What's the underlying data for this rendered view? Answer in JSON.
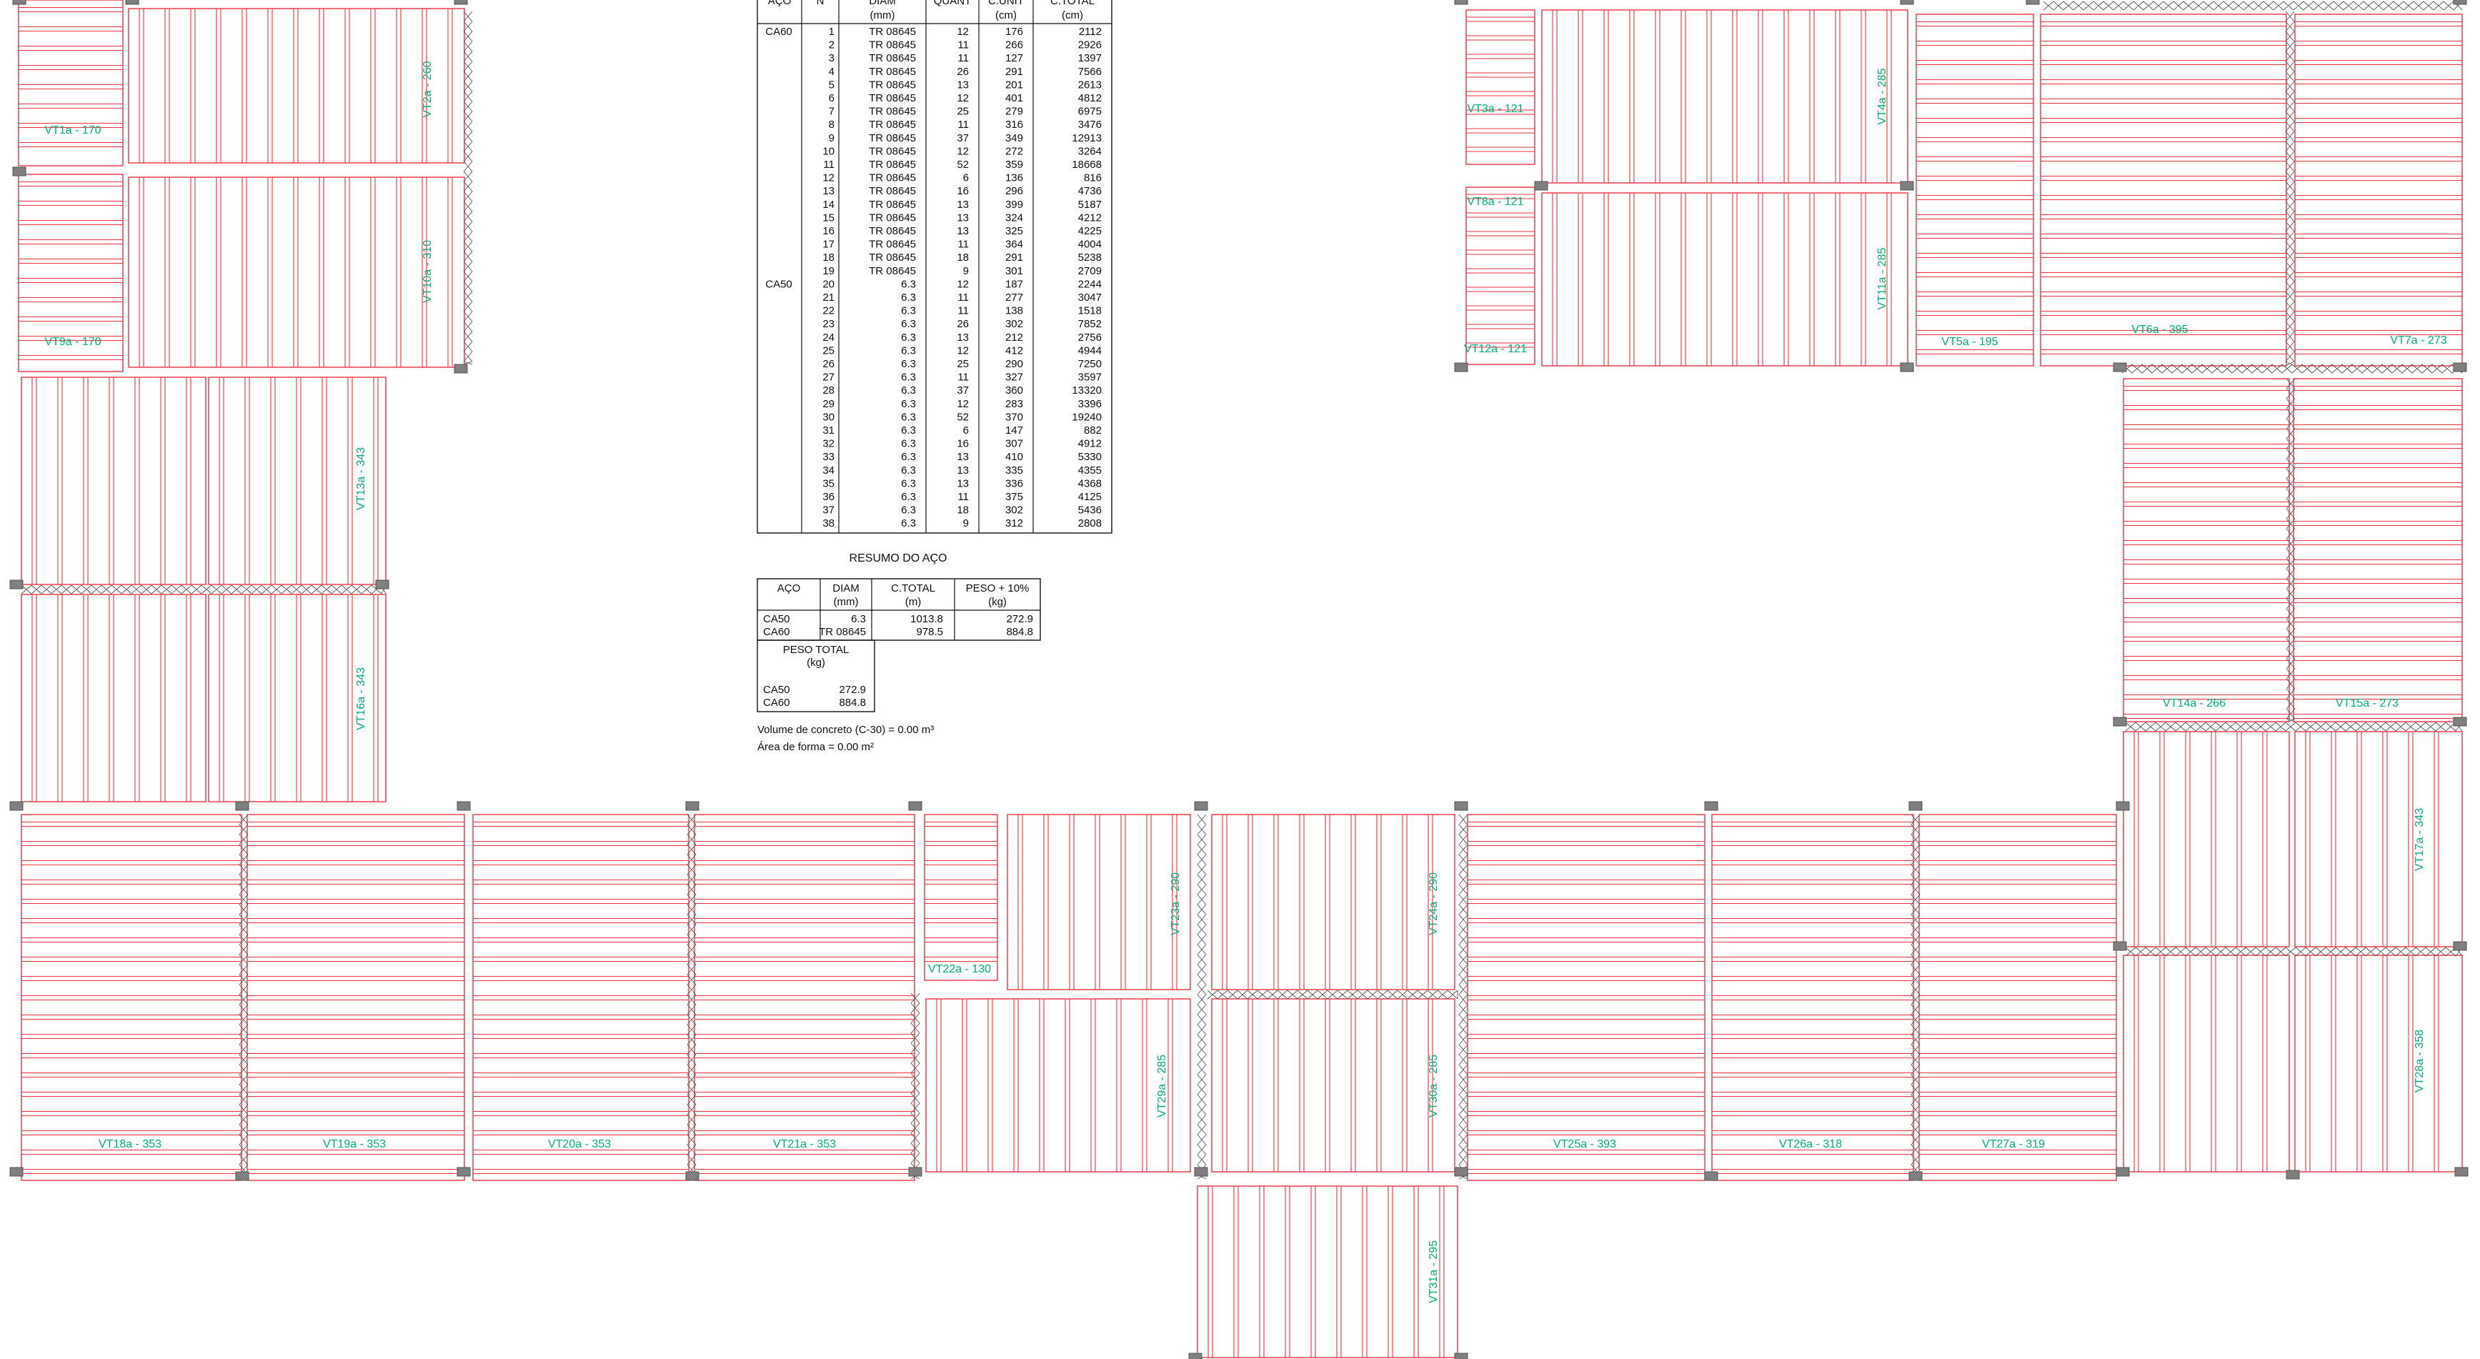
{
  "colors": {
    "bar": "#ee3344",
    "label": "#00b07a",
    "column": "#7f7f7f",
    "ink": "#111111"
  },
  "steel_table": {
    "headers": [
      [
        "AÇO",
        ""
      ],
      [
        "N",
        ""
      ],
      [
        "DIAM",
        "(mm)"
      ],
      [
        "QUANT",
        ""
      ],
      [
        "C.UNIT",
        "(cm)"
      ],
      [
        "C.TOTAL",
        "(cm)"
      ]
    ],
    "groups": [
      {
        "aco": "CA60",
        "first_row": 1
      },
      {
        "aco": "CA50",
        "first_row": 20
      }
    ],
    "rows": [
      [
        "1",
        "TR 08645",
        "12",
        "176",
        "2112"
      ],
      [
        "2",
        "TR 08645",
        "11",
        "266",
        "2926"
      ],
      [
        "3",
        "TR 08645",
        "11",
        "127",
        "1397"
      ],
      [
        "4",
        "TR 08645",
        "26",
        "291",
        "7566"
      ],
      [
        "5",
        "TR 08645",
        "13",
        "201",
        "2613"
      ],
      [
        "6",
        "TR 08645",
        "12",
        "401",
        "4812"
      ],
      [
        "7",
        "TR 08645",
        "25",
        "279",
        "6975"
      ],
      [
        "8",
        "TR 08645",
        "11",
        "316",
        "3476"
      ],
      [
        "9",
        "TR 08645",
        "37",
        "349",
        "12913"
      ],
      [
        "10",
        "TR 08645",
        "12",
        "272",
        "3264"
      ],
      [
        "11",
        "TR 08645",
        "52",
        "359",
        "18668"
      ],
      [
        "12",
        "TR 08645",
        "6",
        "136",
        "816"
      ],
      [
        "13",
        "TR 08645",
        "16",
        "296",
        "4736"
      ],
      [
        "14",
        "TR 08645",
        "13",
        "399",
        "5187"
      ],
      [
        "15",
        "TR 08645",
        "13",
        "324",
        "4212"
      ],
      [
        "16",
        "TR 08645",
        "13",
        "325",
        "4225"
      ],
      [
        "17",
        "TR 08645",
        "11",
        "364",
        "4004"
      ],
      [
        "18",
        "TR 08645",
        "18",
        "291",
        "5238"
      ],
      [
        "19",
        "TR 08645",
        "9",
        "301",
        "2709"
      ],
      [
        "20",
        "6.3",
        "12",
        "187",
        "2244"
      ],
      [
        "21",
        "6.3",
        "11",
        "277",
        "3047"
      ],
      [
        "22",
        "6.3",
        "11",
        "138",
        "1518"
      ],
      [
        "23",
        "6.3",
        "26",
        "302",
        "7852"
      ],
      [
        "24",
        "6.3",
        "13",
        "212",
        "2756"
      ],
      [
        "25",
        "6.3",
        "12",
        "412",
        "4944"
      ],
      [
        "26",
        "6.3",
        "25",
        "290",
        "7250"
      ],
      [
        "27",
        "6.3",
        "11",
        "327",
        "3597"
      ],
      [
        "28",
        "6.3",
        "37",
        "360",
        "13320"
      ],
      [
        "29",
        "6.3",
        "12",
        "283",
        "3396"
      ],
      [
        "30",
        "6.3",
        "52",
        "370",
        "19240"
      ],
      [
        "31",
        "6.3",
        "6",
        "147",
        "882"
      ],
      [
        "32",
        "6.3",
        "16",
        "307",
        "4912"
      ],
      [
        "33",
        "6.3",
        "13",
        "410",
        "5330"
      ],
      [
        "34",
        "6.3",
        "13",
        "335",
        "4355"
      ],
      [
        "35",
        "6.3",
        "13",
        "336",
        "4368"
      ],
      [
        "36",
        "6.3",
        "11",
        "375",
        "4125"
      ],
      [
        "37",
        "6.3",
        "18",
        "302",
        "5436"
      ],
      [
        "38",
        "6.3",
        "9",
        "312",
        "2808"
      ]
    ]
  },
  "summary": {
    "title": "RESUMO DO AÇO",
    "headers": [
      [
        "AÇO",
        ""
      ],
      [
        "DIAM",
        "(mm)"
      ],
      [
        "C.TOTAL",
        "(m)"
      ],
      [
        "PESO + 10%",
        "(kg)"
      ]
    ],
    "rows": [
      [
        "CA50",
        "6.3",
        "1013.8",
        "272.9"
      ],
      [
        "CA60",
        "TR 08645",
        "978.5",
        "884.8"
      ]
    ],
    "peso_total_title": [
      "PESO TOTAL",
      "(kg)"
    ],
    "peso_total_rows": [
      [
        "CA50",
        "272.9"
      ],
      [
        "CA60",
        "884.8"
      ]
    ],
    "notes": [
      "Volume de concreto (C-30) = 0.00 m³",
      "Área de forma = 0.00 m²"
    ]
  },
  "beam_labels": [
    "VT1a - 170",
    "VT2a - 260",
    "VT9a - 170",
    "VT10a - 310",
    "VT13a - 343",
    "VT16a - 343",
    "VT3a - 121",
    "VT8a - 121",
    "VT12a - 121",
    "VT4a - 285",
    "VT11a - 285",
    "VT5a - 195",
    "VT6a - 395",
    "VT7a - 273",
    "VT14a - 266",
    "VT15a - 273",
    "VT17a - 343",
    "VT28a - 358",
    "VT18a - 353",
    "VT19a - 353",
    "VT20a - 353",
    "VT21a - 353",
    "VT22a - 130",
    "VT23a - 290",
    "VT24a - 290",
    "VT29a - 285",
    "VT30a - 285",
    "VT25a - 393",
    "VT26a - 318",
    "VT27a - 319",
    "VT31a - 295"
  ]
}
